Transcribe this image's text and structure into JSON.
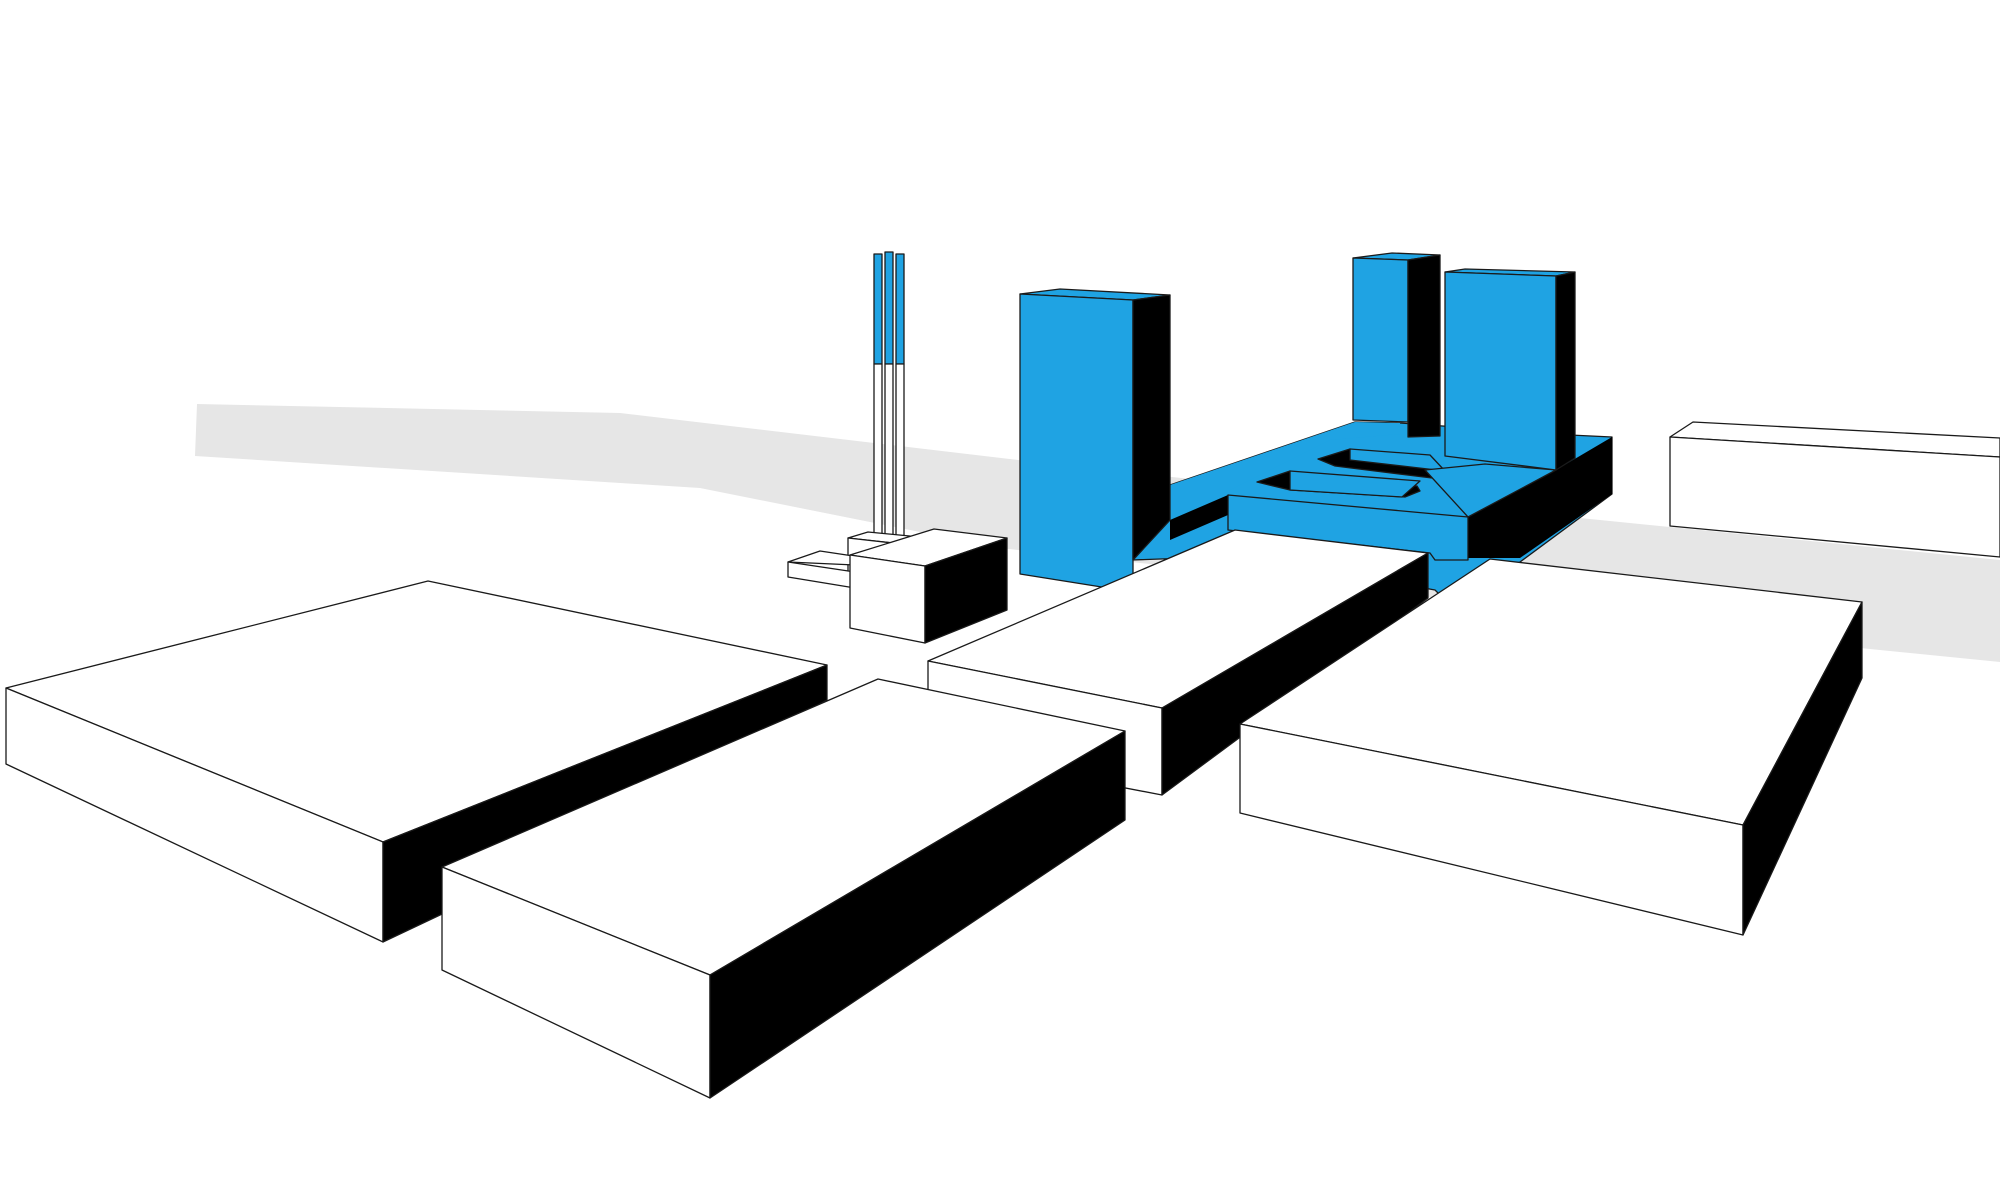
{
  "diagram": {
    "kind": "axonometric massing diagram",
    "text_labels": [],
    "colors": {
      "background": "#ffffff",
      "highlight": "#1fa3e3",
      "shadow_face": "#000000",
      "plain_face": "#ffffff",
      "ground_band": "#e6e6e6",
      "outline": "#1a1a1a"
    },
    "elements": [
      "ground-band",
      "highlighted-complex",
      "tower-left",
      "tower-middle",
      "tower-right",
      "courtyard-podium",
      "chimney-stacks",
      "small-cube",
      "far-right-block",
      "block-front-left",
      "block-front-center",
      "block-center",
      "block-right"
    ]
  }
}
